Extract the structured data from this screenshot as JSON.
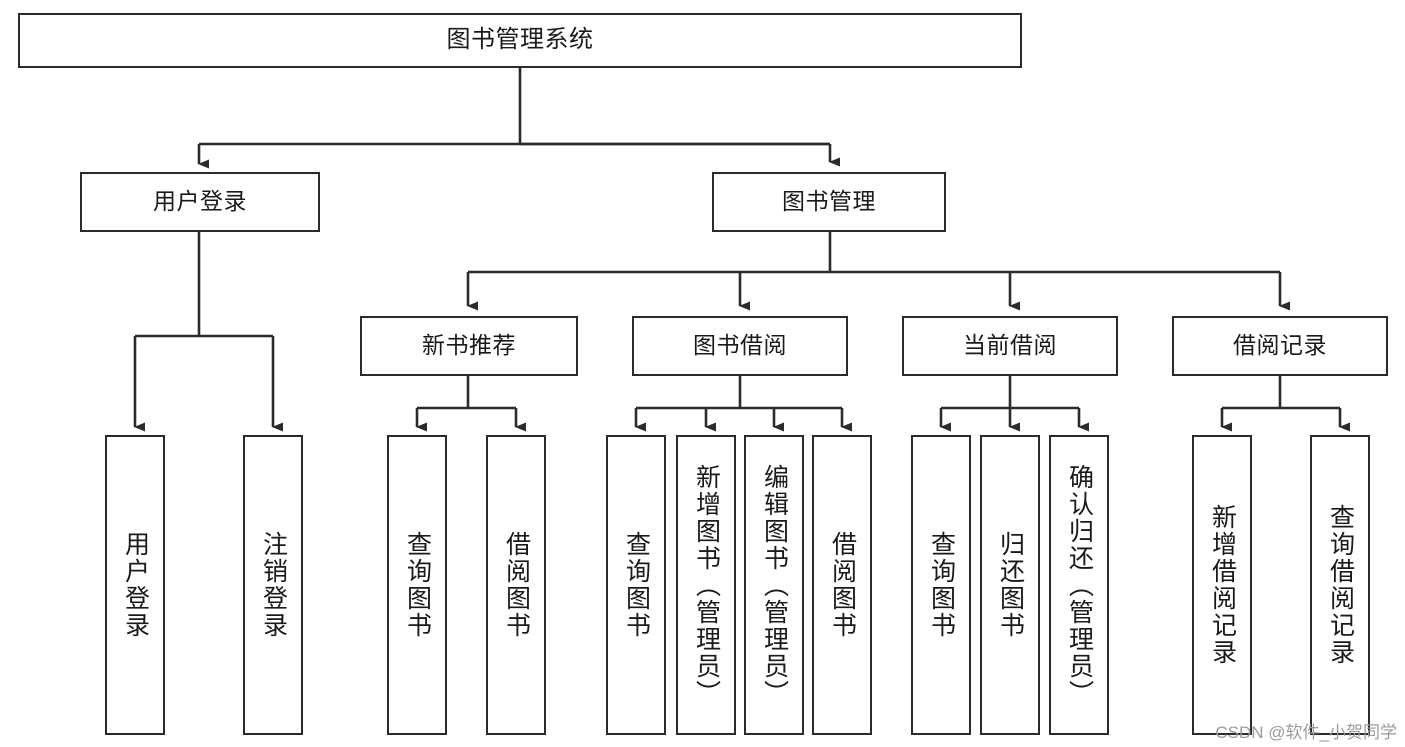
{
  "diagram": {
    "title": "图书管理系统",
    "type": "hierarchy-tree",
    "orientation": "top-down",
    "line_color": "#2b2b2b",
    "box_fill": "#ffffff",
    "text_color": "#1a1a1a"
  },
  "nodes": {
    "root": {
      "label": "图书管理系统"
    },
    "level1": [
      {
        "label": "用户登录"
      },
      {
        "label": "图书管理"
      }
    ],
    "level2": [
      {
        "label": "新书推荐"
      },
      {
        "label": "图书借阅"
      },
      {
        "label": "当前借阅"
      },
      {
        "label": "借阅记录"
      }
    ],
    "leaves": {
      "user_login": [
        {
          "label": "用户登录"
        },
        {
          "label": "注销登录"
        }
      ],
      "new_book": [
        {
          "label": "查询图书"
        },
        {
          "label": "借阅图书"
        }
      ],
      "book_borrow": [
        {
          "label": "查询图书"
        },
        {
          "label": "新增图书（管理员）"
        },
        {
          "label": "编辑图书（管理员）"
        },
        {
          "label": "借阅图书"
        }
      ],
      "current_borrow": [
        {
          "label": "查询图书"
        },
        {
          "label": "归还图书"
        },
        {
          "label": "确认归还（管理员）"
        }
      ],
      "borrow_record": [
        {
          "label": "新增借阅记录"
        },
        {
          "label": "查询借阅记录"
        }
      ]
    }
  },
  "watermark": {
    "text": "CSDN @软件_小贺同学"
  }
}
